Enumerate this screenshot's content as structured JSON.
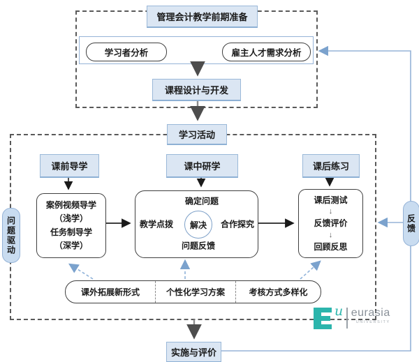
{
  "colors": {
    "box_fill": "#dbe6f3",
    "box_border": "#9ab8d8",
    "pill_fill": "#c9dcf0",
    "blue_line": "#95b3d7",
    "dashed_border": "#595959",
    "logo_teal": "#2cb5ac",
    "logo_gray": "#8a9199"
  },
  "preparation": {
    "title": "管理会计教学前期准备",
    "learner_analysis": "学习者分析",
    "employer_analysis": "雇主人才需求分析",
    "course_design": "课程设计与开发"
  },
  "activity": {
    "title": "学习活动",
    "pre_class": "课前导学",
    "in_class": "课中研学",
    "after_class": "课后练习",
    "pre_detail": {
      "line1": "案例视频导学",
      "line2": "（浅学）",
      "line3": "任务制导学",
      "line4": "（深学）"
    },
    "cycle": {
      "top": "确定问题",
      "right": "合作探究",
      "bottom": "问题反馈",
      "left": "教学点拨",
      "center": "解决"
    },
    "after_detail": {
      "step1": "课后测试",
      "arrow1": "↓",
      "step2": "反馈评价",
      "arrow2": "↓",
      "step3": "回顾反思"
    },
    "bottom_bar": {
      "item1": "课外拓展新形式",
      "item2": "个性化学习方案",
      "item3": "考核方式多样化"
    }
  },
  "side_labels": {
    "problem_driven": "问题驱动",
    "feedback": "反馈"
  },
  "implementation": {
    "title": "实施与评价"
  },
  "watermark": {
    "script_u": "u",
    "name": "eurasia",
    "subtitle": "UNIVERSITY"
  }
}
